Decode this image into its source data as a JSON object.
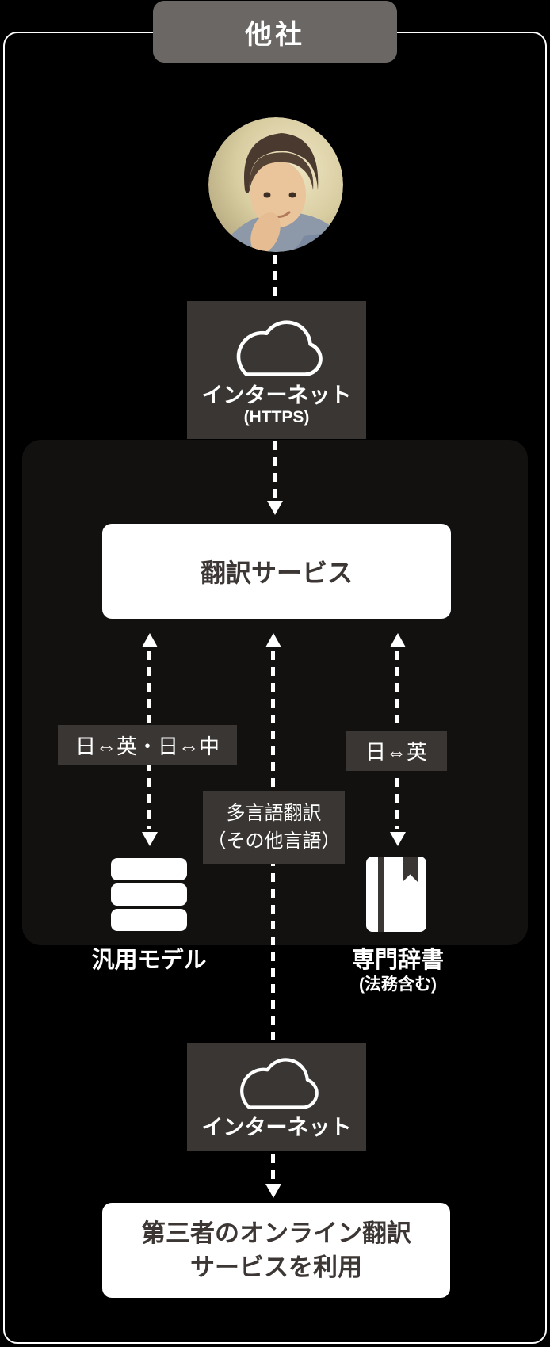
{
  "company_label": "他社",
  "flow": {
    "internet_top": {
      "title": "インターネット",
      "protocol": "(HTTPS)"
    },
    "service": {
      "label": "翻訳サービス"
    },
    "edge_left": {
      "label": "日⇔英・日⇔中"
    },
    "edge_center": {
      "label_line1": "多言語翻訳",
      "label_line2": "（その他言語）"
    },
    "edge_right": {
      "label": "日⇔英"
    },
    "general_model": {
      "label": "汎用モデル"
    },
    "dictionary": {
      "label": "専門辞書",
      "note": "(法務含む)"
    },
    "internet_bottom": {
      "title": "インターネット"
    },
    "third_party": {
      "line1": "第三者のオンライン翻訳",
      "line2": "サービスを利用"
    }
  },
  "colors": {
    "background": "#000000",
    "frame_border": "#ffffff",
    "inner_panel": "#131110",
    "dark_box": "#393633",
    "company_gray": "#6b6764",
    "white_box": "#ffffff",
    "dark_text": "#3c3734"
  }
}
